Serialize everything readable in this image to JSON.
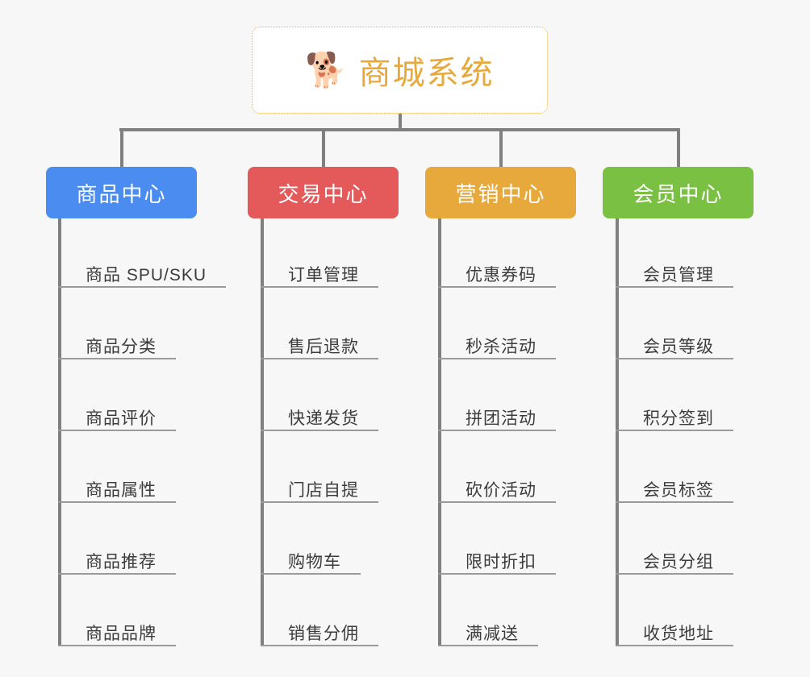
{
  "background_color": "#f7f7f7",
  "root": {
    "icon": "shiba-dog-face-emoji",
    "emoji": "🐕",
    "title": "商城系统",
    "title_color": "#e8a93c",
    "border_color": "#e8b14c"
  },
  "connector_color": "#808080",
  "columns": [
    {
      "id": "product-center",
      "label": "商品中心",
      "color": "#4a8cf0",
      "items": [
        "商品 SPU/SKU",
        "商品分类",
        "商品评价",
        "商品属性",
        "商品推荐",
        "商品品牌"
      ]
    },
    {
      "id": "trade-center",
      "label": "交易中心",
      "color": "#e4595a",
      "items": [
        "订单管理",
        "售后退款",
        "快递发货",
        "门店自提",
        "购物车",
        "销售分佣"
      ]
    },
    {
      "id": "marketing-center",
      "label": "营销中心",
      "color": "#e8a93c",
      "items": [
        "优惠券码",
        "秒杀活动",
        "拼团活动",
        "砍价活动",
        "限时折扣",
        "满减送"
      ]
    },
    {
      "id": "member-center",
      "label": "会员中心",
      "color": "#7ac143",
      "items": [
        "会员管理",
        "会员等级",
        "积分签到",
        "会员标签",
        "会员分组",
        "收货地址"
      ]
    }
  ]
}
